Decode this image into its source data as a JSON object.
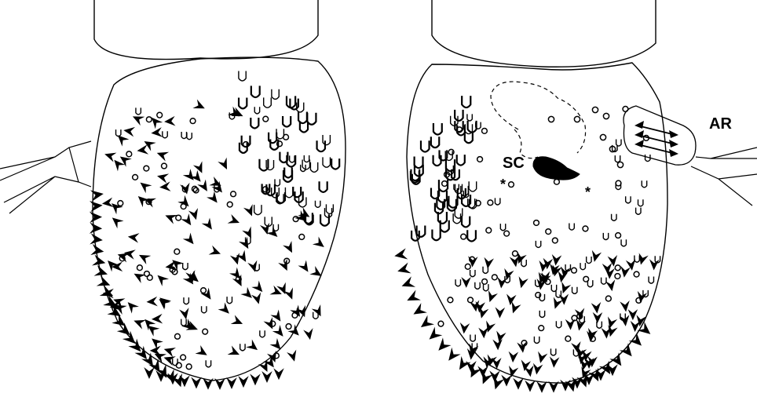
{
  "labels": {
    "sc": "SC",
    "ar": "AR",
    "star": "*"
  },
  "colors": {
    "ink": "#000000",
    "paper": "#ffffff"
  },
  "legend_symbols": [
    "arrowhead-spine",
    "u-shaped-sensillum",
    "o-ring-sensillum"
  ]
}
